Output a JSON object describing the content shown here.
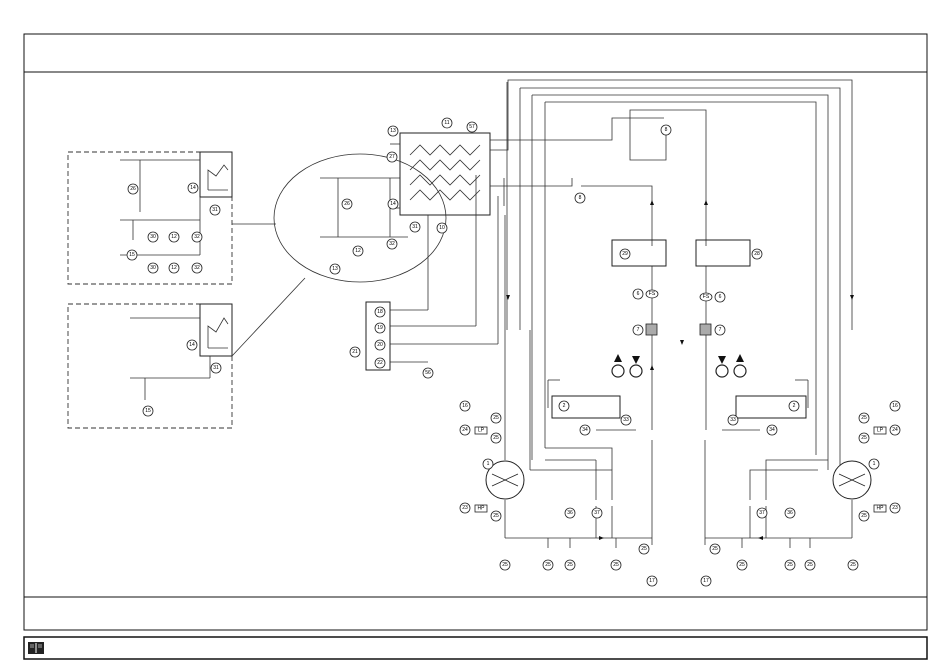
{
  "footer": {
    "book_icon": "open-book-icon"
  },
  "labels": {
    "n1": "1",
    "n2": "2",
    "n6": "6",
    "n7": "7",
    "n8": "8",
    "n10": "10",
    "n11": "11",
    "n12": "12",
    "n13": "13",
    "n14": "14",
    "n15": "15",
    "n16": "16",
    "n17": "17",
    "n18": "18",
    "n19": "19",
    "n20": "20",
    "n21": "21",
    "n22": "22",
    "n23": "23",
    "n24": "24",
    "n25": "25",
    "n26": "26",
    "n27": "27",
    "n28": "28",
    "n29": "29",
    "n30": "30",
    "n31": "31",
    "n32": "32",
    "n33": "33",
    "n34": "34",
    "n35": "35",
    "n36": "36",
    "n37": "37",
    "n56": "56",
    "n57": "57",
    "n81": "81"
  },
  "tags": {
    "fs": "FS",
    "hp": "HP",
    "lp": "LP"
  }
}
